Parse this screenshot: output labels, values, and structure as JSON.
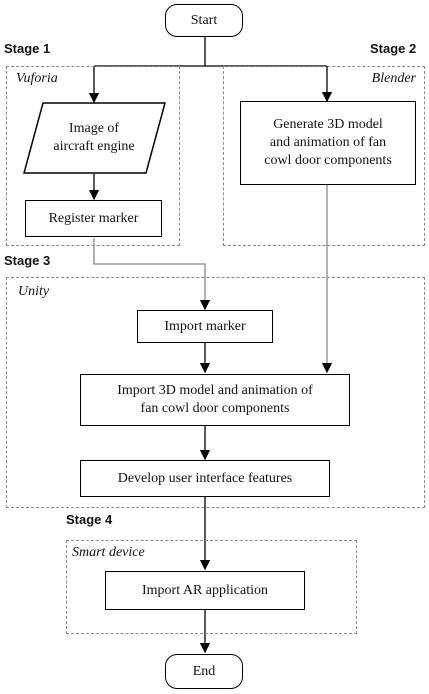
{
  "start": "Start",
  "end": "End",
  "stages": {
    "stage1": "Stage 1",
    "stage2": "Stage 2",
    "stage3": "Stage 3",
    "stage4": "Stage 4"
  },
  "regions": {
    "vuforia": "Vuforia",
    "blender": "Blender",
    "unity": "Unity",
    "smart_device": "Smart device"
  },
  "steps": {
    "image_of_engine": "Image of\naircraft engine",
    "register_marker": "Register marker",
    "generate_model": "Generate 3D model\nand animation of fan\ncowl door components",
    "import_marker": "Import marker",
    "import_model": "Import 3D model and animation of\nfan cowl door components",
    "develop_ui": "Develop user interface features",
    "import_ar": "Import AR application"
  },
  "colors": {
    "line": "#000000",
    "connector_gray": "#888888",
    "region_border": "#8a8a8a"
  }
}
